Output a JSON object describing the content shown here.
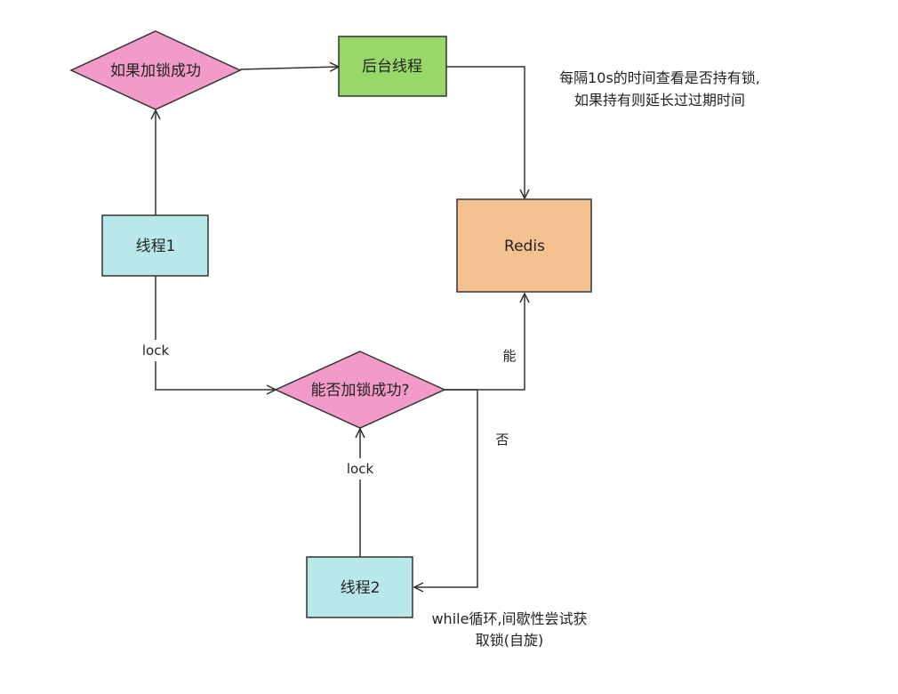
{
  "nodes": {
    "if_lock_success": "如果加锁成功",
    "background_thread": "后台线程",
    "redis": "Redis",
    "thread1": "线程1",
    "can_lock": "能否加锁成功?",
    "thread2": "线程2"
  },
  "edges": {
    "lock1": "lock",
    "lock2": "lock",
    "yes": "能",
    "no": "否"
  },
  "notes": {
    "renew_line1": "每隔10s的时间查看是否持有锁,",
    "renew_line2": "如果持有则延长过过期时间",
    "spin_line1": "while循环,间歇性尝试获",
    "spin_line2": "取锁(自旋)"
  },
  "colors": {
    "diamond_fill": "#F29BC8",
    "green_fill": "#97D869",
    "orange_fill": "#F4C190",
    "cyan_fill": "#B8E8EA",
    "stroke": "#333333"
  }
}
